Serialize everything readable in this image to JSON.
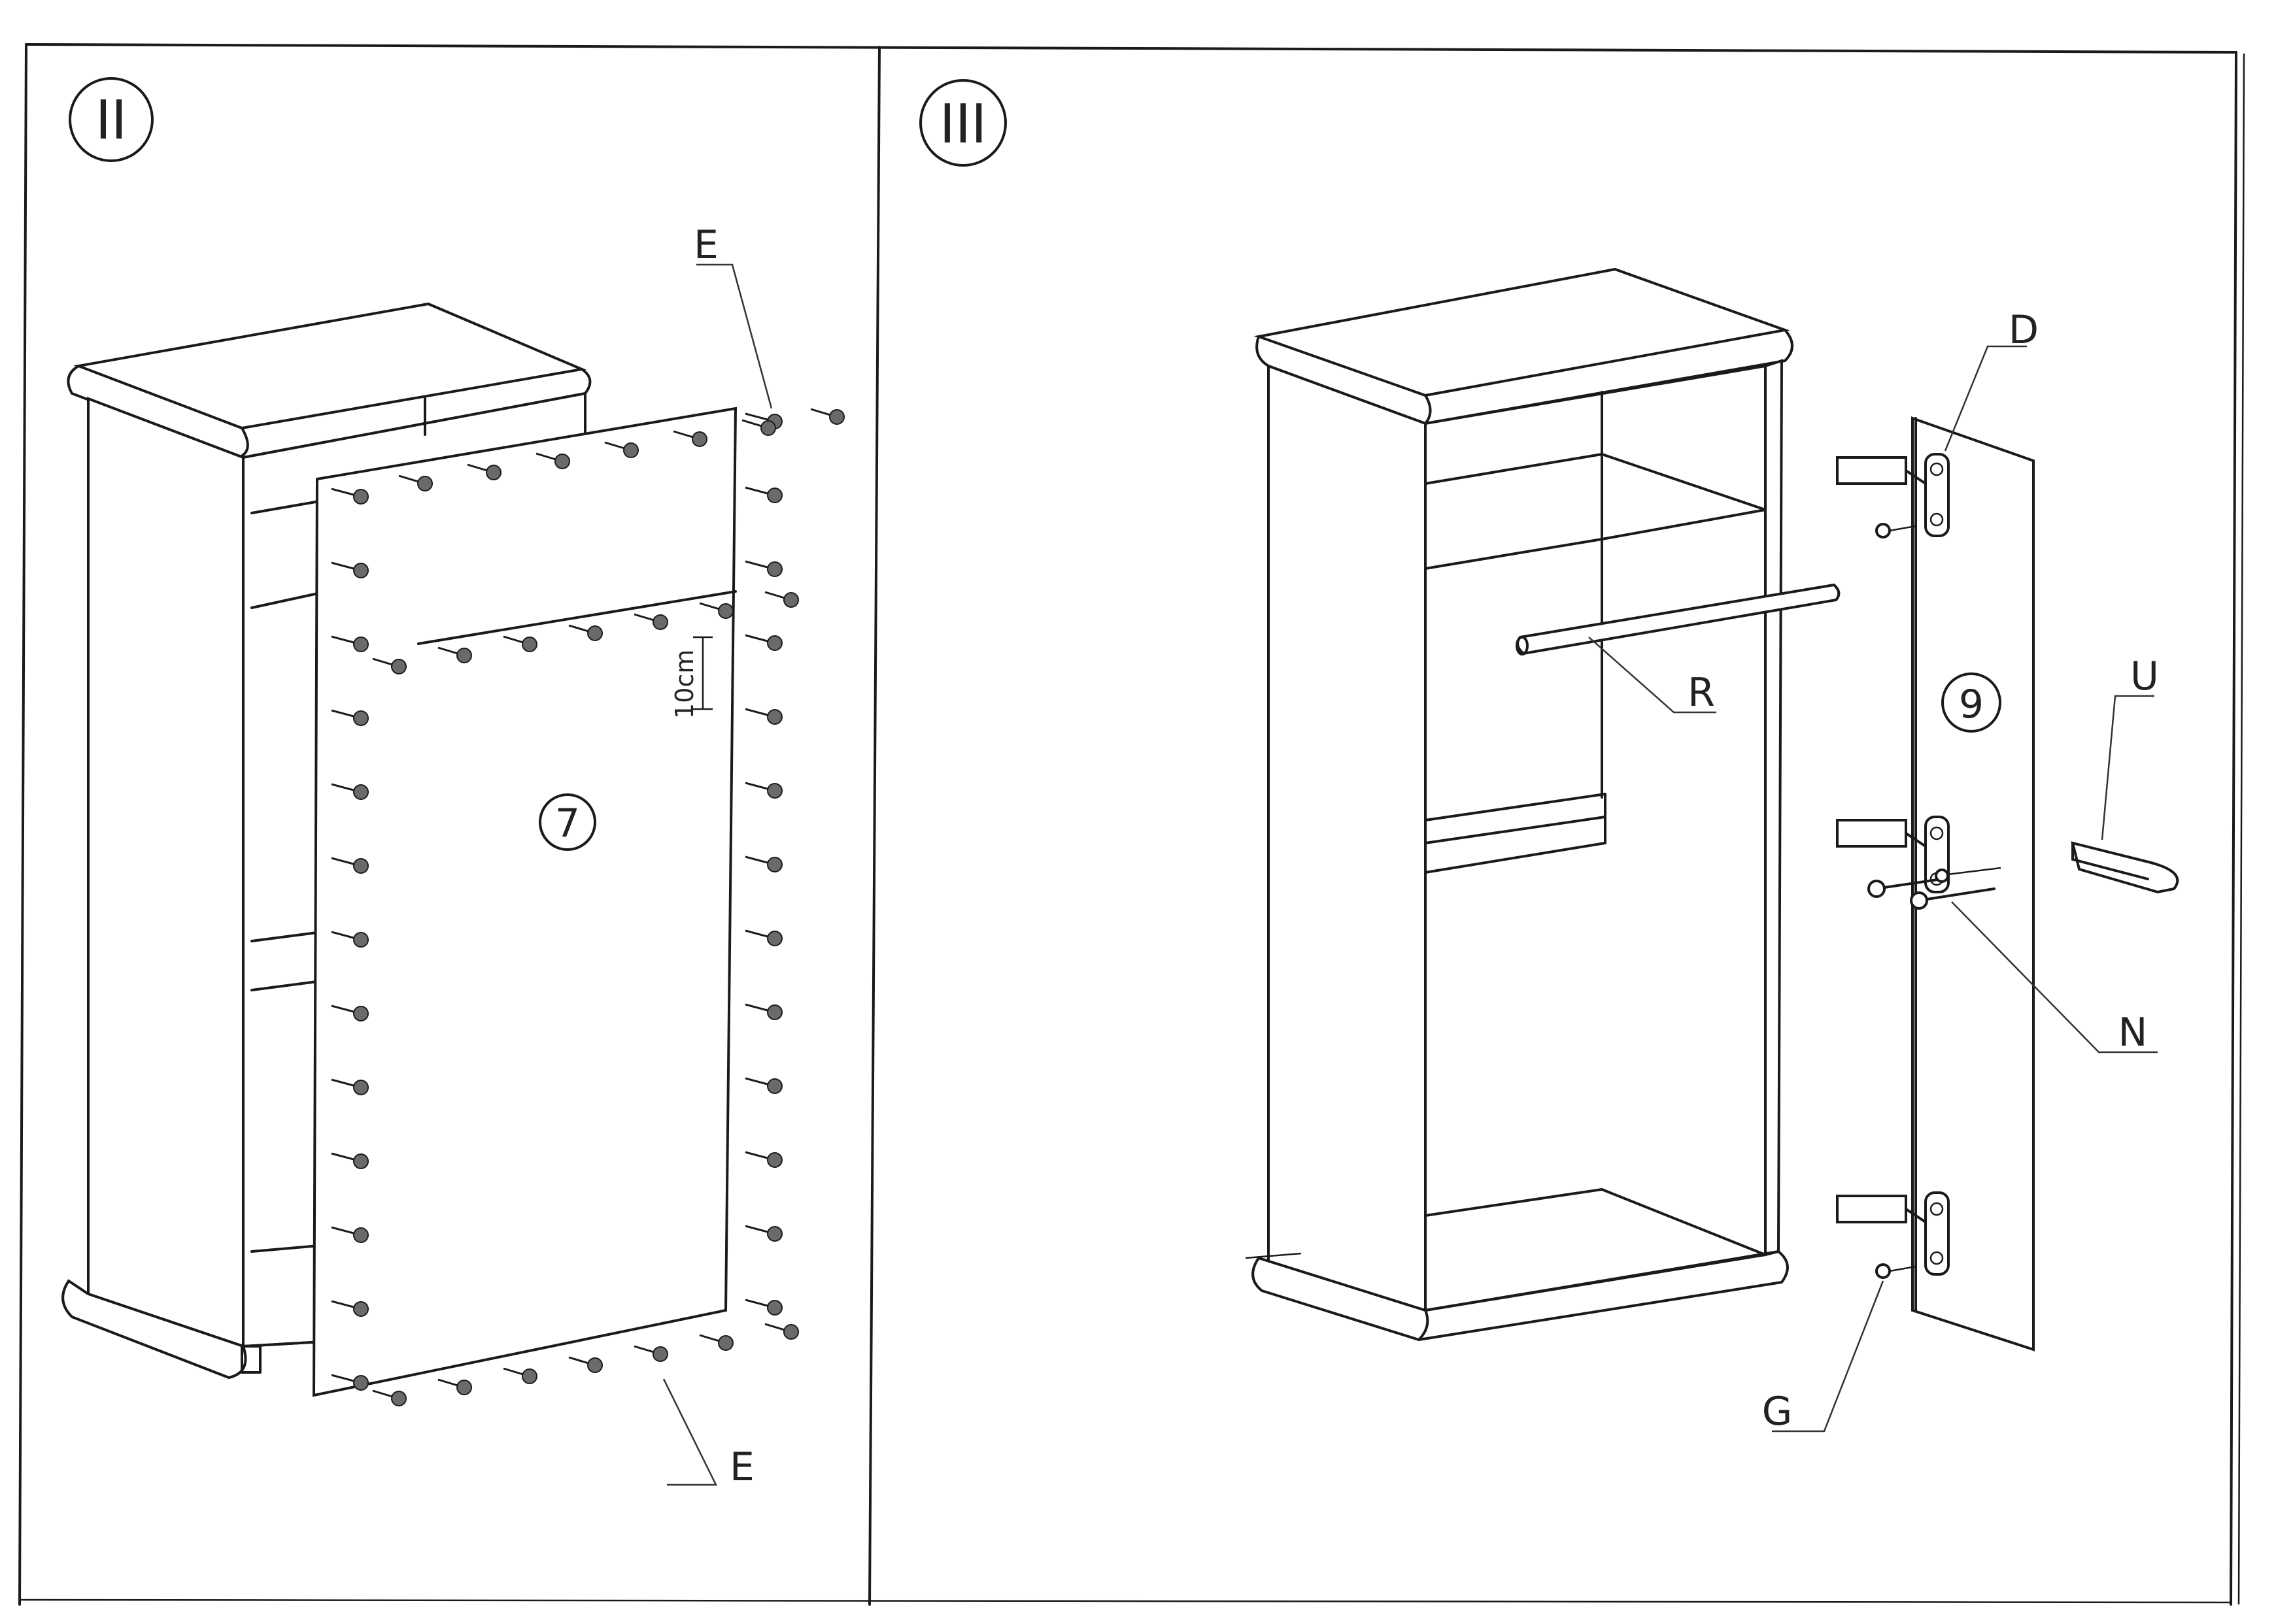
{
  "steps": [
    {
      "number": "II",
      "panel_label": "7",
      "dimension": "10cm",
      "callouts": [
        "E",
        "E"
      ]
    },
    {
      "number": "III",
      "panel_label": "9",
      "callouts": [
        "D",
        "R",
        "U",
        "N",
        "G"
      ]
    }
  ]
}
